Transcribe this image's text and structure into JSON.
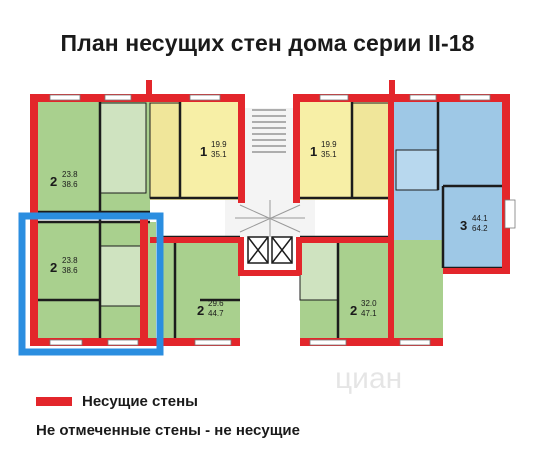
{
  "title": "План несущих стен дома серии II-18",
  "colors": {
    "bearing_wall": "#e3262b",
    "green_flat": "#a9d08e",
    "yellow_flat": "#f7efa6",
    "blue_flat": "#9ec8e6",
    "wet_room": "#cfe3c0",
    "inner_wall": "#1c1c1c",
    "highlight": "#2b8ee0"
  },
  "apartments": [
    {
      "rooms": "2",
      "total": "23.8",
      "living": "38.6"
    },
    {
      "rooms": "1",
      "total": "19.9",
      "living": "35.1"
    },
    {
      "rooms": "1",
      "total": "19.9",
      "living": "35.1"
    },
    {
      "rooms": "2",
      "total": "23.8",
      "living": "38.6"
    },
    {
      "rooms": "3",
      "total": "44.1",
      "living": "64.2"
    },
    {
      "rooms": "2",
      "total": "29.6",
      "living": "44.7"
    },
    {
      "rooms": "2",
      "total": "32.0",
      "living": "47.1"
    }
  ],
  "watermark": "циан",
  "legend": {
    "bearing_label": "Несущие стены",
    "note": "Не отмеченные стены - не несущие"
  }
}
